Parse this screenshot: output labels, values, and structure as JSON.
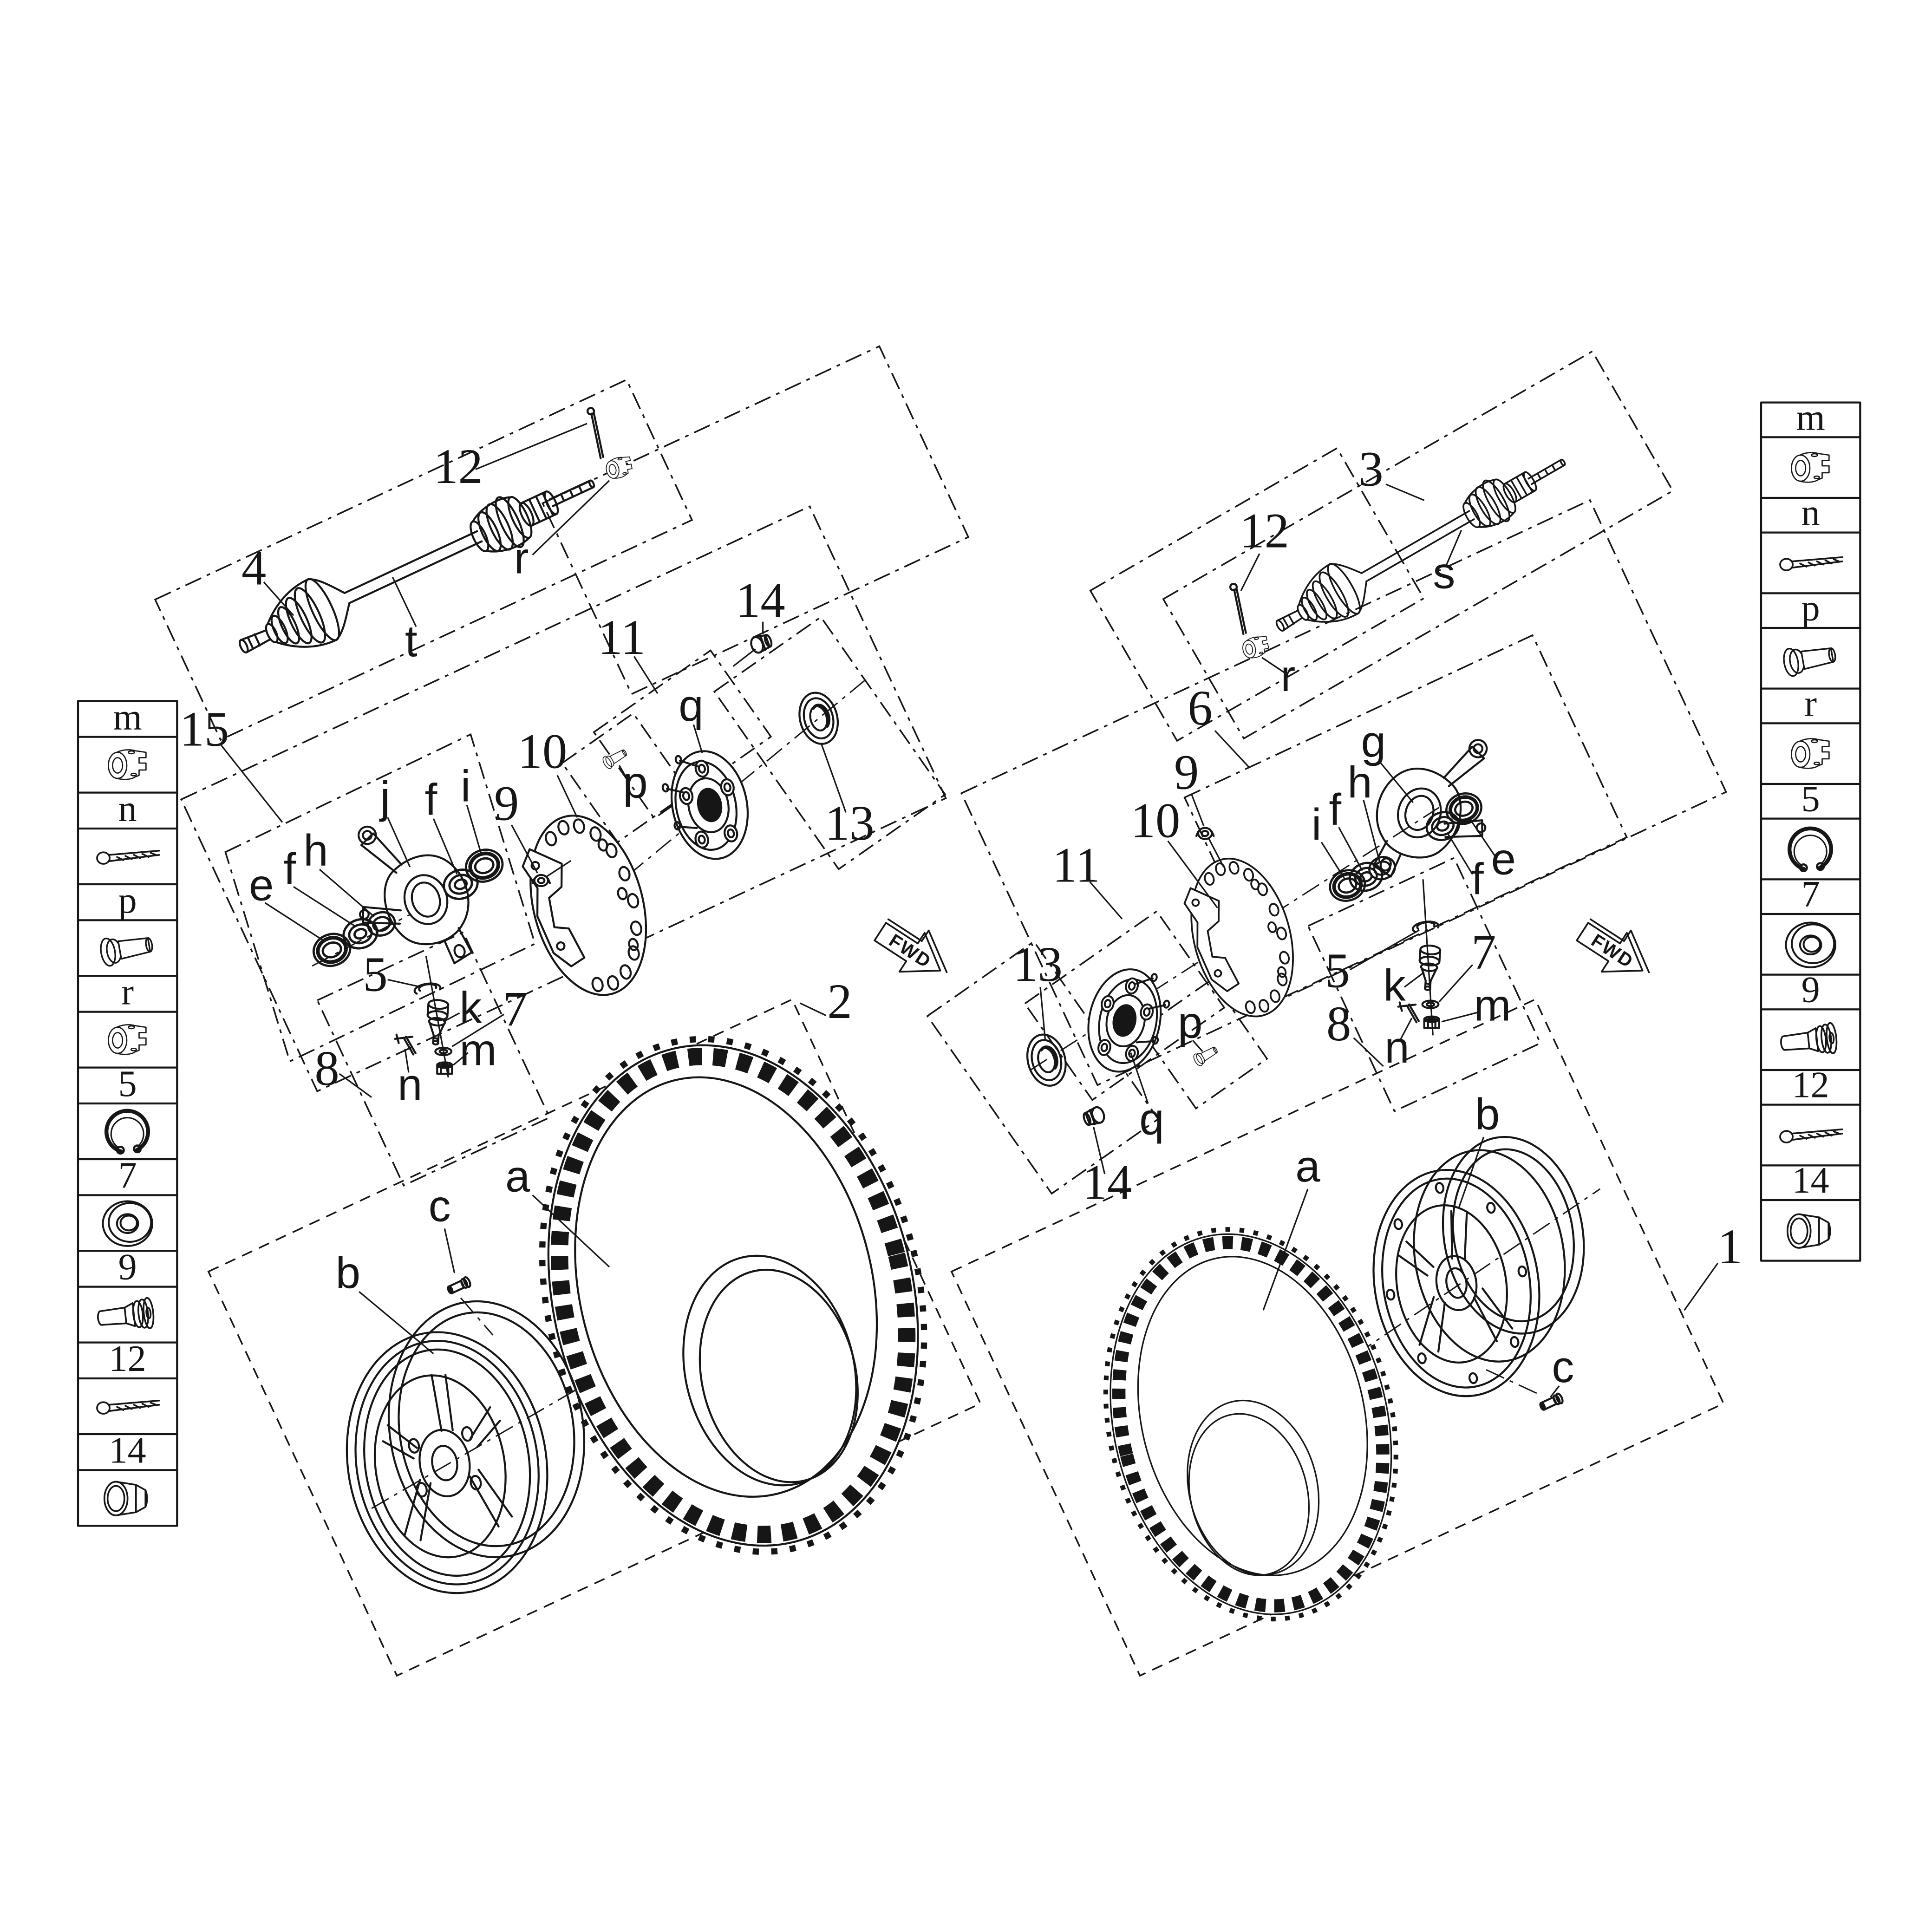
{
  "palette": {
    "ink": "#161616",
    "paper": "#ffffff"
  },
  "fwd_arrow": {
    "label": "FWD"
  },
  "sidebar_left": {
    "items": [
      {
        "label": "m",
        "part": "castle-nut"
      },
      {
        "label": "n",
        "part": "cotter-pin"
      },
      {
        "label": "p",
        "part": "wheel-stud"
      },
      {
        "label": "r",
        "part": "castle-nut"
      },
      {
        "label": "5",
        "part": "snap-ring"
      },
      {
        "label": "7",
        "part": "washer"
      },
      {
        "label": "9",
        "part": "valve-stem"
      },
      {
        "label": "12",
        "part": "cotter-pin"
      },
      {
        "label": "14",
        "part": "lug-nut"
      }
    ]
  },
  "sidebar_right": {
    "items": [
      {
        "label": "m",
        "part": "castle-nut"
      },
      {
        "label": "n",
        "part": "cotter-pin"
      },
      {
        "label": "p",
        "part": "wheel-stud"
      },
      {
        "label": "r",
        "part": "castle-nut"
      },
      {
        "label": "5",
        "part": "snap-ring"
      },
      {
        "label": "7",
        "part": "washer"
      },
      {
        "label": "9",
        "part": "valve-stem"
      },
      {
        "label": "12",
        "part": "cotter-pin"
      },
      {
        "label": "14",
        "part": "lug-nut"
      }
    ]
  },
  "left": {
    "callouts": {
      "axle_group": "4",
      "axle_shaft": "t",
      "cotter_pin": "12",
      "castle_nut": "r",
      "knuckle_group": "15",
      "knuckle": "j",
      "seal_inner": "e",
      "bearing_inner": "f",
      "spacer": "h",
      "bearing_outer": "f",
      "seal_outer": "i",
      "snap_ring": "5",
      "ball_joint": "k",
      "washer": "7",
      "joint_nut": "m",
      "split_pin": "n",
      "ball_joint_group": "8",
      "disc_bolt": "9",
      "brake_disc": "10",
      "hub_group": "11",
      "hub": "q",
      "wheel_stud": "p",
      "hub_bolt": "14",
      "bearing_cap": "13",
      "wheel_group": "2",
      "tire": "a",
      "rim": "b",
      "valve": "c"
    }
  },
  "right": {
    "callouts": {
      "axle_group": "3",
      "axle_shaft": "s",
      "cotter_pin": "12",
      "castle_nut": "r",
      "knuckle_group": "6",
      "knuckle": "g",
      "seal_inner": "e",
      "bearing_inner": "f",
      "spacer": "h",
      "bearing_outer": "f",
      "seal_outer": "i",
      "snap_ring": "5",
      "ball_joint": "k",
      "washer": "7",
      "joint_nut": "m",
      "split_pin": "n",
      "ball_joint_group": "8",
      "disc_bolt": "9",
      "brake_disc": "10",
      "hub_group": "11",
      "hub": "q",
      "wheel_stud": "p",
      "hub_bolt": "14",
      "bearing_cap": "13",
      "wheel_group": "1",
      "tire": "a",
      "rim": "b",
      "valve": "c"
    }
  }
}
